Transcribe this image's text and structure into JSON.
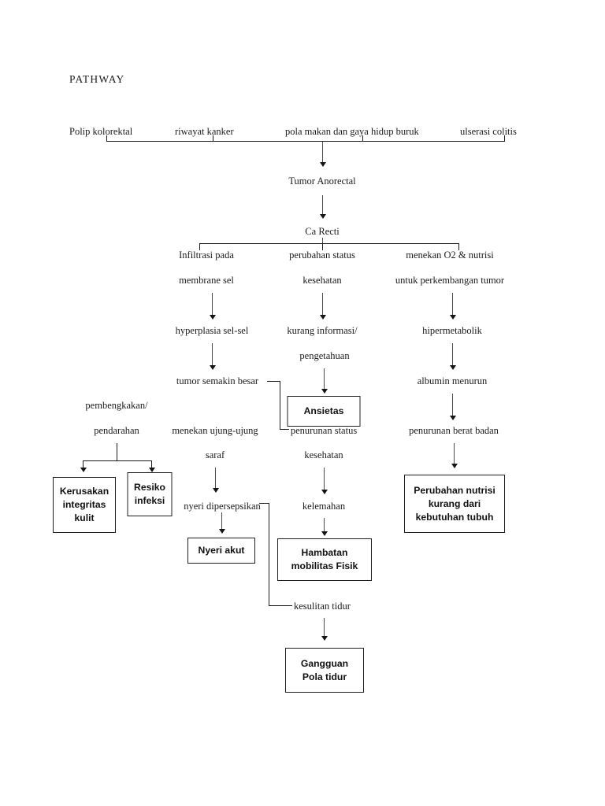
{
  "document": {
    "title": "PATHWAY"
  },
  "chart_data": {
    "type": "diagram",
    "diagram_kind": "clinical-pathway-flowchart",
    "title": "PATHWAY",
    "language": "id",
    "risk_factors": [
      "Polip kolorektal",
      "riwayat kanker",
      "pola makan dan gaya hidup buruk",
      "ulserasi colitis"
    ],
    "trunk": [
      "Tumor Anorectal",
      "Ca Recti"
    ],
    "branches": [
      {
        "name": "left",
        "steps": [
          "Infiltrasi pada",
          "membrane sel",
          "hyperplasia sel-sel",
          "tumor semakin besar",
          "pembengkakan/",
          "pendarahan",
          "menekan ujung-ujung",
          "saraf",
          "nyeri dipersepsikan"
        ],
        "outcomes": [
          "Kerusakan integritas kulit",
          "Resiko infeksi",
          "Nyeri akut"
        ]
      },
      {
        "name": "middle",
        "steps": [
          "perubahan status",
          "kesehatan",
          "kurang informasi/",
          "pengetahuan",
          "penurunan status",
          "kesehatan",
          "kelemahan",
          "kesulitan tidur"
        ],
        "outcomes": [
          "Ansietas",
          "Hambatan mobilitas Fisik",
          "Gangguan Pola tidur"
        ]
      },
      {
        "name": "right",
        "steps": [
          "menekan O2 & nutrisi",
          "untuk perkembangan tumor",
          "hipermetabolik",
          "albumin menurun",
          "penurunan berat badan"
        ],
        "outcomes": [
          "Perubahan nutrisi kurang dari kebutuhan tubuh"
        ]
      }
    ]
  },
  "nodes": {
    "risk1": "Polip kolorektal",
    "risk2": "riwayat kanker",
    "risk3": "pola makan dan gaya hidup buruk",
    "risk4": "ulserasi colitis",
    "tumor_anorectal": "Tumor Anorectal",
    "ca_recti": "Ca Recti",
    "infiltrasi": "Infiltrasi pada",
    "membrane_sel": "membrane sel",
    "hyperplasia": "hyperplasia sel-sel",
    "tumor_besar": "tumor semakin besar",
    "pembengkakan": "pembengkakan/",
    "pendarahan": "pendarahan",
    "menekan_ujung": "menekan ujung-ujung",
    "saraf": "saraf",
    "nyeri_dipersepsikan": "nyeri dipersepsikan",
    "perubahan_status": "perubahan status",
    "kesehatan_1": "kesehatan",
    "kurang_informasi": "kurang informasi/",
    "pengetahuan": "pengetahuan",
    "penurunan_status": "penurunan status",
    "kesehatan_2": "kesehatan",
    "kelemahan": "kelemahan",
    "kesulitan_tidur": "kesulitan tidur",
    "menekan_o2": "menekan O2 & nutrisi",
    "untuk_perkembangan": "untuk perkembangan tumor",
    "hipermetabolik": "hipermetabolik",
    "albumin_menurun": "albumin menurun",
    "penurunan_berat": "penurunan berat badan"
  },
  "boxes": {
    "kerusakan_l1": "Kerusakan",
    "kerusakan_l2": "integritas",
    "kerusakan_l3": "kulit",
    "resiko_l1": "Resiko",
    "resiko_l2": "infeksi",
    "nyeri_akut": "Nyeri akut",
    "ansietas": "Ansietas",
    "hambatan_l1": "Hambatan",
    "hambatan_l2": "mobilitas Fisik",
    "gangguan_l1": "Gangguan",
    "gangguan_l2": "Pola tidur",
    "nutrisi_l1": "Perubahan nutrisi",
    "nutrisi_l2": "kurang dari",
    "nutrisi_l3": "kebutuhan tubuh"
  },
  "colors": {
    "text": "#1a1a1a",
    "box_border": "#1f1f1f",
    "connector": "#4a4a4a",
    "connector_dark": "#1b1b1b",
    "background": "#ffffff"
  }
}
